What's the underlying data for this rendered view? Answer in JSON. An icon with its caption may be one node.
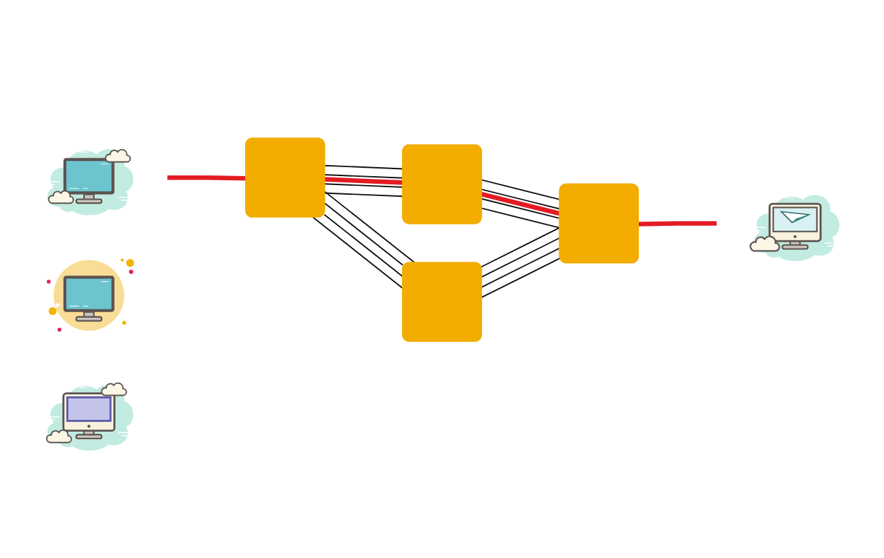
{
  "diagram": {
    "nodes": [
      {
        "text": [],
        "shape": "picture"
      },
      {
        "text": [],
        "shape": "picture"
      },
      {
        "text": [],
        "shape": "box"
      },
      {
        "text": [],
        "shape": "box"
      },
      {
        "text": [],
        "shape": "box"
      },
      {
        "text": [],
        "shape": "box"
      },
      {
        "text": [],
        "shape": "picture"
      },
      {
        "text": [],
        "shape": "picture"
      }
    ],
    "edges": [
      {
        "from": 2,
        "to": 3,
        "arrow": "none"
      },
      {
        "from": 2,
        "to": 3,
        "arrow": "none"
      },
      {
        "from": 2,
        "to": 3,
        "arrow": "none"
      },
      {
        "from": 2,
        "to": 3,
        "arrow": "none"
      },
      {
        "from": 2,
        "to": 4,
        "arrow": "none"
      },
      {
        "from": 2,
        "to": 4,
        "arrow": "none"
      },
      {
        "from": 2,
        "to": 4,
        "arrow": "none"
      },
      {
        "from": 2,
        "to": 4,
        "arrow": "none"
      },
      {
        "from": 3,
        "to": 5,
        "arrow": "none"
      },
      {
        "from": 3,
        "to": 5,
        "arrow": "none"
      },
      {
        "from": 3,
        "to": 5,
        "arrow": "none"
      },
      {
        "from": 3,
        "to": 5,
        "arrow": "none"
      },
      {
        "from": 4,
        "to": 5,
        "arrow": "none"
      },
      {
        "from": 4,
        "to": 5,
        "arrow": "none"
      },
      {
        "from": 4,
        "to": 5,
        "arrow": "none"
      },
      {
        "from": 4,
        "to": 5,
        "arrow": "none"
      },
      {
        "from": 0,
        "to": 2,
        "arrow": "none",
        "style": "thick",
        "color": "#e31b23"
      },
      {
        "from": 2,
        "to": 3,
        "arrow": "none",
        "style": "thick",
        "color": "#e31b23"
      },
      {
        "from": 3,
        "to": 5,
        "arrow": "none",
        "style": "thick",
        "color": "#e31b23"
      },
      {
        "from": 5,
        "to": 7,
        "arrow": "none",
        "style": "thick",
        "color": "#e31b23"
      }
    ]
  }
}
